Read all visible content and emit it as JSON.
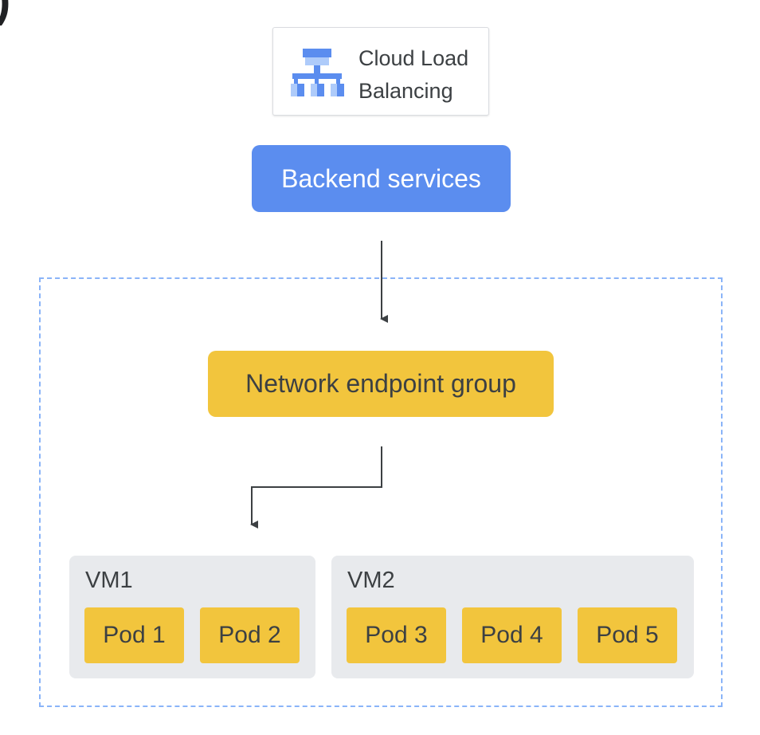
{
  "corner_glyph": ")",
  "load_balancer": {
    "label_line1": "Cloud Load",
    "label_line2": "Balancing",
    "icon": "load-balancing-icon"
  },
  "backend_services": {
    "label": "Backend services"
  },
  "network_endpoint_group": {
    "label": "Network endpoint group"
  },
  "vms": [
    {
      "label": "VM1",
      "pods": [
        "Pod 1",
        "Pod 2"
      ]
    },
    {
      "label": "VM2",
      "pods": [
        "Pod 3",
        "Pod 4",
        "Pod 5"
      ]
    }
  ],
  "colors": {
    "backend_blue": "#5b8def",
    "neg_yellow": "#f2c53d",
    "vm_gray": "#e8eaed",
    "dashed_border": "#8ab4f8",
    "text_dark": "#3c4043",
    "arrow": "#3c4043"
  }
}
